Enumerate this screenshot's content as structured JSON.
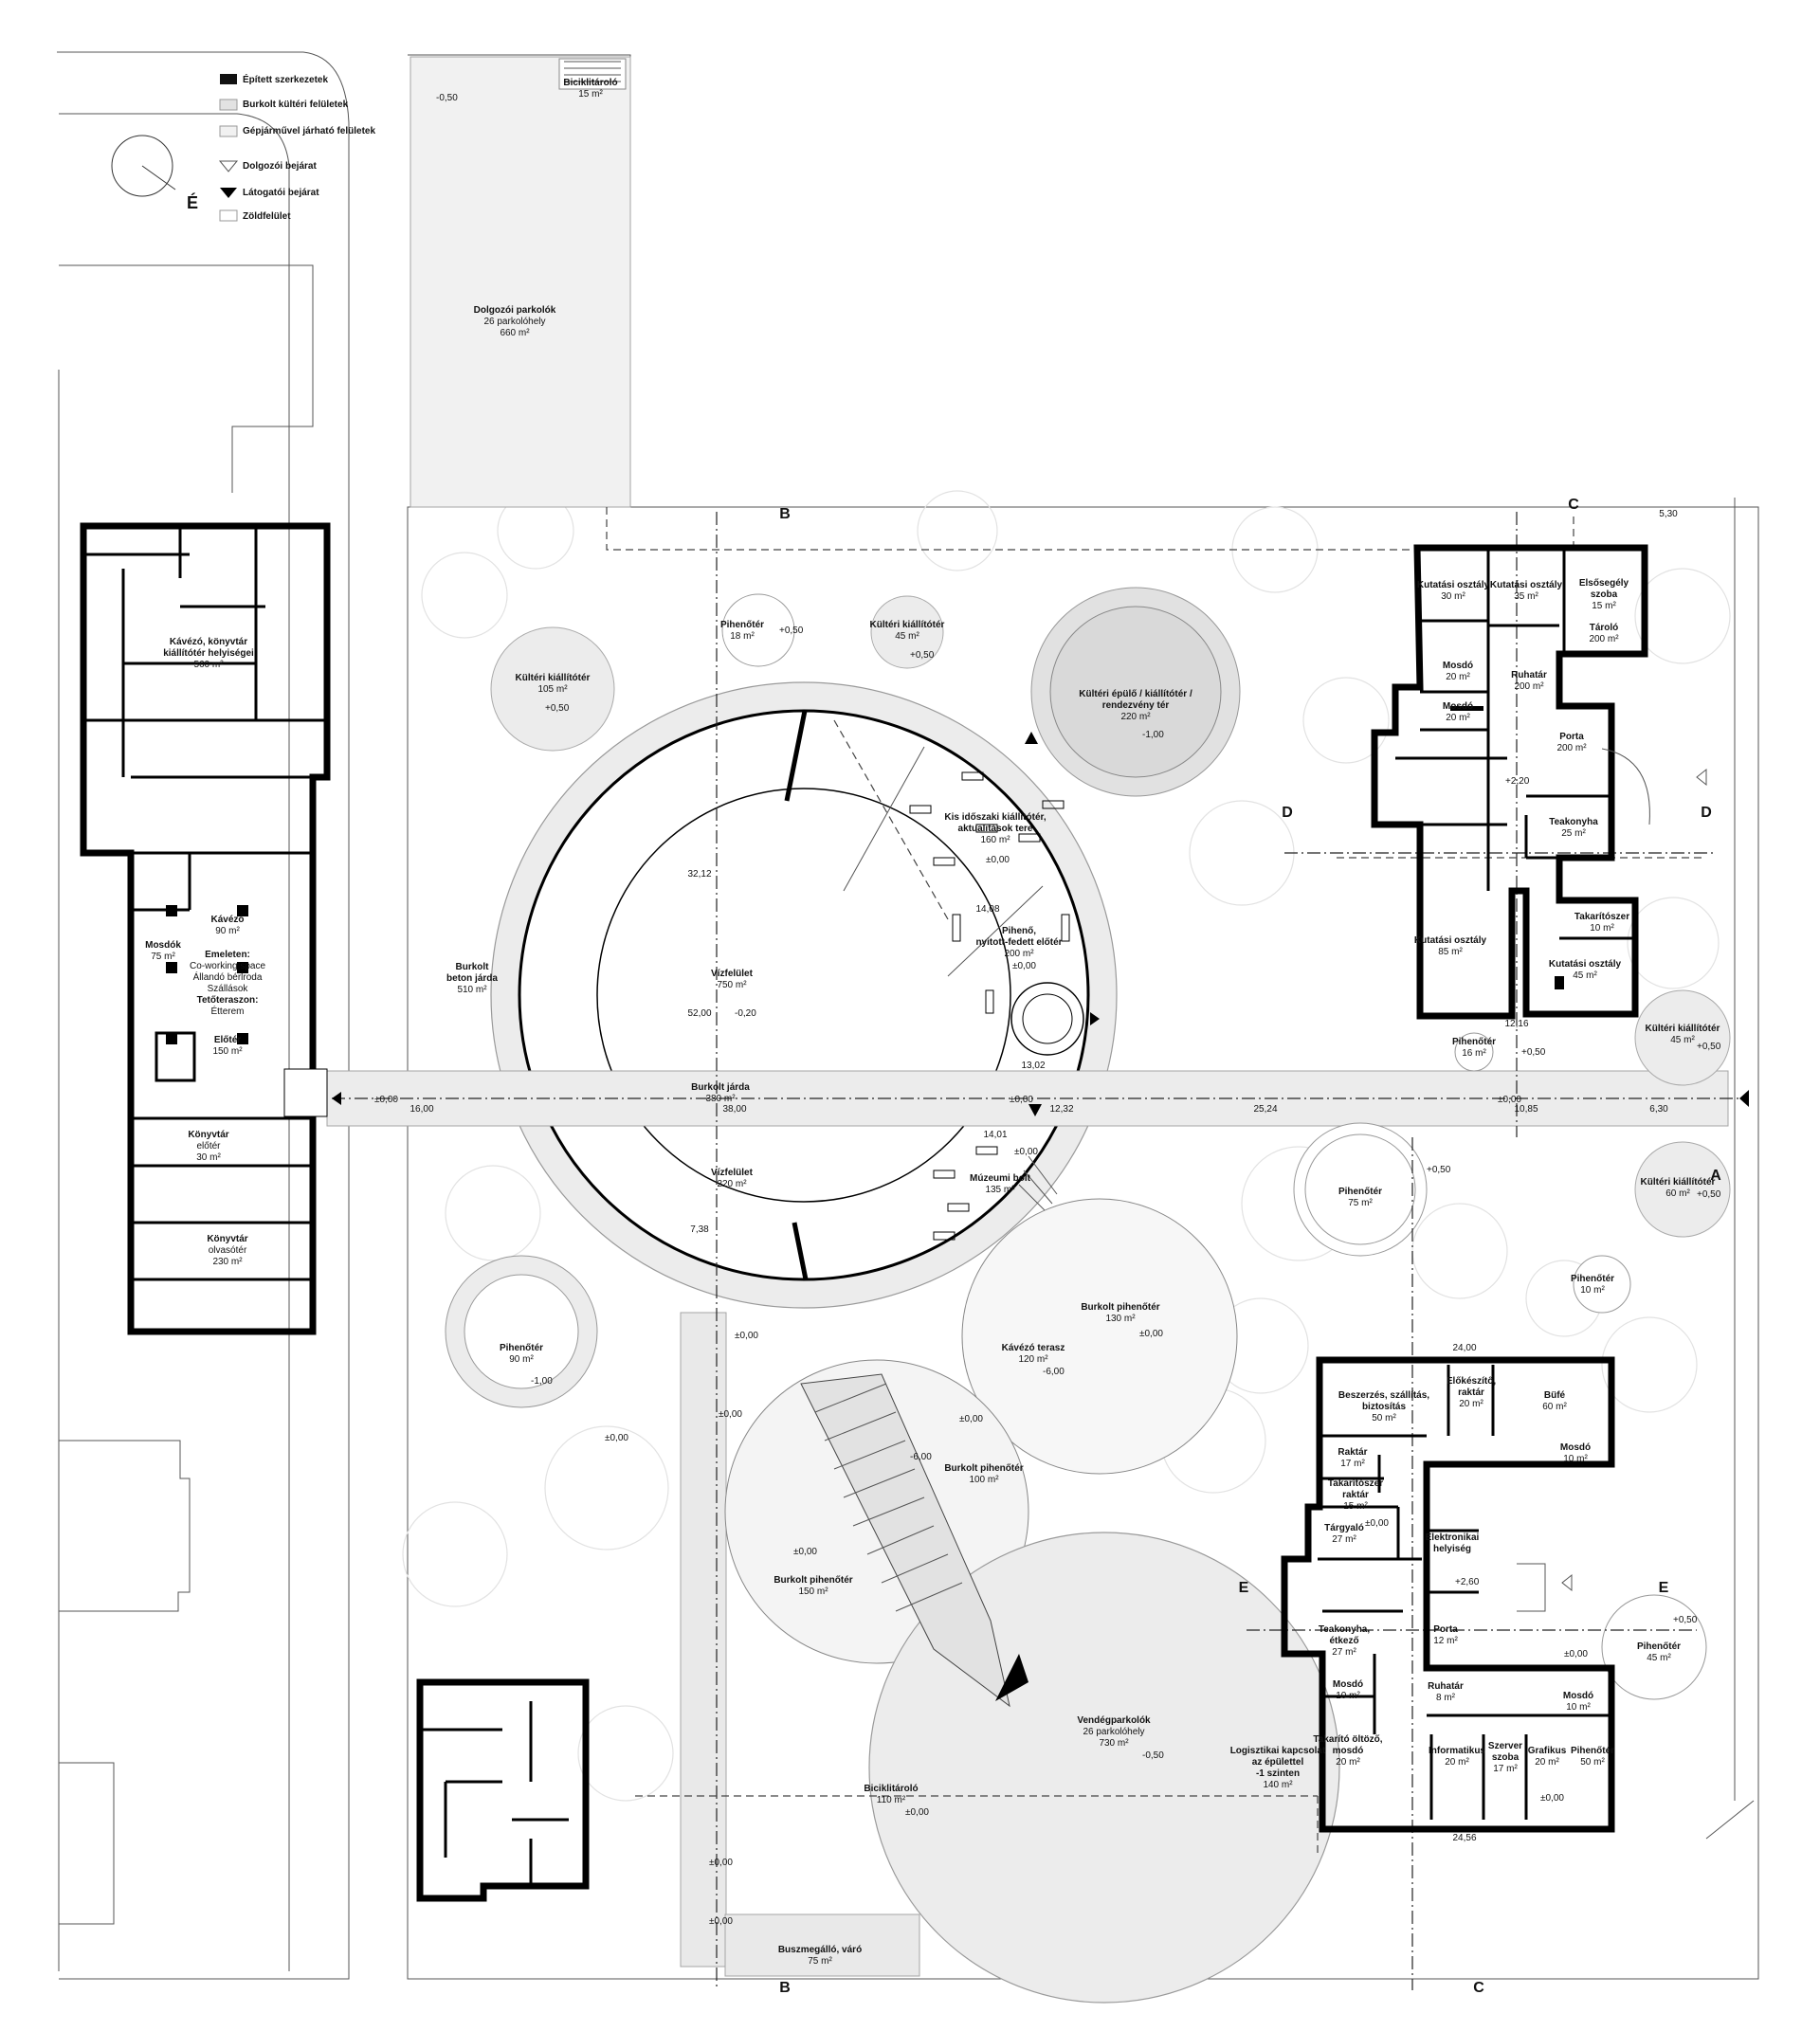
{
  "legend": {
    "built": "Épített szerkezetek",
    "paved": "Burkolt kültéri felületek",
    "vehicle": "Gépjárművel járható felületek",
    "staff_entrance": "Dolgozói bejárat",
    "visitor_entrance": "Látogatói bejárat",
    "green": "Zöldfelület"
  },
  "north": "É",
  "sections": {
    "A": "A",
    "B": "B",
    "C": "C",
    "D": "D",
    "E": "E"
  },
  "rooms": {
    "bike1_name": "Biciklitároló",
    "bike1_area": "15 m²",
    "staffpark_name": "Dolgozói parkolók",
    "staffpark_cap": "26 parkolóhely",
    "staffpark_area": "660 m²",
    "cafe_lib_name": "Kávézó, könyvtár",
    "cafe_lib_sub": "kiállítótér helyiségei",
    "cafe_lib_area": "560 m²",
    "cafe_name": "Kávézó",
    "cafe_area": "90 m²",
    "wc_name": "Mosdók",
    "wc_area": "75 m²",
    "upper1": "Emeleten:",
    "upper2": "Co-working space",
    "upper3": "Állandó bérlroda",
    "upper4": "Szállások",
    "roof1": "Tetőteraszon:",
    "roof2": "Étterem",
    "lobby_name": "Előtér",
    "lobby_area": "150 m²",
    "liblobby_name": "Könyvtár",
    "liblobby_sub": "előtér",
    "liblobby_area": "30 m²",
    "reading_name": "Könyvtár",
    "reading_sub": "olvasótér",
    "reading_area": "230 m²",
    "rest18_name": "Pihenőtér",
    "rest18_area": "18 m²",
    "ext45_name": "Kültéri kiállítótér",
    "ext45_area": "45 m²",
    "ext105_name": "Kültéri kiállítótér",
    "ext105_area": "105 m²",
    "event1": "Kültéri épülő / kiállítótér /",
    "event2": "rendezvény tér",
    "event_area": "220 m²",
    "temp1": "Kis időszaki kiállítótér,",
    "temp2": "aktualitások tere",
    "temp_area": "160 m²",
    "covered1": "Pihenő,",
    "covered2": "nyitott-fedett előtér",
    "covered_area": "200 m²",
    "water1_name": "Vízfelület",
    "water1_area": "750 m²",
    "water2_name": "Vízfelület",
    "water2_area": "220 m²",
    "path_name": "Burkolt",
    "path_sub": "beton járda",
    "path_area": "510 m²",
    "walk_name": "Burkolt járda",
    "walk_area": "380 m²",
    "shop_name": "Múzeumi bolt",
    "shop_area": "135 m²",
    "paved130_name": "Burkolt pihenőtér",
    "paved130_area": "130 m²",
    "terrace_name": "Kávézó terasz",
    "terrace_area": "120 m²",
    "paved100_name": "Burkolt pihenőtér",
    "paved100_area": "100 m²",
    "paved150_name": "Burkolt pihenőtér",
    "paved150_area": "150 m²",
    "rest90_name": "Pihenőtér",
    "rest90_area": "90 m²",
    "rest75_name": "Pihenőtér",
    "rest75_area": "75 m²",
    "rest16_name": "Pihenőtér",
    "rest16_area": "16 m²",
    "rest10_name": "Pihenőtér",
    "rest10_area": "10 m²",
    "rest45_name": "Pihenőtér",
    "rest45_area": "45 m²",
    "ext45b_name": "Kültéri kiállítótér",
    "ext45b_area": "45 m²",
    "ext60_name": "Kültéri kiállítótér",
    "ext60_area": "60 m²",
    "visitor_park_name": "Vendégparkolók",
    "visitor_park_cap": "26 parkolóhely",
    "visitor_park_area": "730 m²",
    "bike2_name": "Biciklitároló",
    "bike2_area": "110 m²",
    "bus_name": "Buszmegálló, váró",
    "bus_area": "75 m²",
    "logi1": "Logisztikai kapcsolat",
    "logi2": "az épülettel",
    "logi3": "-1 szinten",
    "logi_area": "140 m²",
    "r30_name": "Kutatási osztály",
    "r30_area": "30 m²",
    "r35_name": "Kutatási osztály",
    "r35_area": "35 m²",
    "fa_name": "Elsősegély",
    "fa_sub": "szoba",
    "fa_area": "15 m²",
    "store_name": "Tároló",
    "store_area": "200 m²",
    "cloak_name": "Ruhatár",
    "cloak_area": "200 m²",
    "wc20a_name": "Mosdó",
    "wc20a_area": "20 m²",
    "wc20b_name": "Mosdó",
    "wc20b_area": "20 m²",
    "porta_name": "Porta",
    "porta_area": "200 m²",
    "tea_name": "Teakonyha",
    "tea_area": "25 m²",
    "r85_name": "Kutatási osztály",
    "r85_area": "85 m²",
    "clean10_name": "Takarítószer",
    "clean10_area": "10 m²",
    "r45_name": "Kutatási osztály",
    "r45_area": "45 m²",
    "proc1": "Beszerzés, szállítás,",
    "proc2": "biztosítás",
    "proc_area": "50 m²",
    "prep1": "Előkészítő,",
    "prep2": "raktár",
    "prep_area": "20 m²",
    "buffet_name": "Büfé",
    "buffet_area": "60 m²",
    "raktar_name": "Raktár",
    "raktar_area": "17 m²",
    "mosdo10_name": "Mosdó",
    "mosdo10_area": "10 m²",
    "cleanst1": "Takarítószer",
    "cleanst2": "raktár",
    "cleanst_area": "15 m²",
    "meeting_name": "Tárgyaló",
    "meeting_area": "27 m²",
    "elec1": "Elektronikai",
    "elec2": "helyiség",
    "kitchen1": "Teakonyha,",
    "kitchen2": "étkező",
    "kitchen_area": "27 m²",
    "porta2_name": "Porta",
    "porta2_area": "12 m²",
    "mosdo10b_name": "Mosdó",
    "mosdo10b_area": "10 m²",
    "cloak8_name": "Ruhatár",
    "cloak8_area": "8 m²",
    "mosdo10c_name": "Mosdó",
    "mosdo10c_area": "10 m²",
    "clean20_1": "Takarító öltöző,",
    "clean20_2": "mosdó",
    "clean20_area": "20 m²",
    "it_name": "Informatikus",
    "it_area": "20 m²",
    "server_name": "Szerver",
    "server_sub": "szoba",
    "server_area": "17 m²",
    "graphic_name": "Grafikus",
    "graphic_area": "20 m²",
    "rest50_name": "Pihenőtér",
    "rest50_area": "50 m²"
  },
  "levels": {
    "l1": "-0,50",
    "l2": "+0,50",
    "l3": "+0,50",
    "l4": "+0,50",
    "l5": "-1,00",
    "l6": "-0,20",
    "l7": "±0,00",
    "l8": "±0,00",
    "l9": "±0,00",
    "l10": "±0,00",
    "l11": "±0,00",
    "l12": "±0,00",
    "l13": "+2,20",
    "l14": "+0,50",
    "l15": "+0,50",
    "l16": "+0,50",
    "l17": "+0,50",
    "l18": "±0,00",
    "l19": "-1,00",
    "l20": "±0,00",
    "l21": "-6,00",
    "l22": "±0,00",
    "l23": "±0,00",
    "l24": "-6,00",
    "l25": "±0,00",
    "l26": "±0,00",
    "l27": "+2,60",
    "l28": "+0,50",
    "l29": "-0,50",
    "l30": "±0,00",
    "l31": "±0,00",
    "l32": "±0,00",
    "l33": "±0,00",
    "l34": "±0,00",
    "l35": "±0,00"
  },
  "dims": {
    "d1": "16,00",
    "d2": "38,00",
    "d3": "12,32",
    "d4": "25,24",
    "d5": "10,85",
    "d6": "6,30",
    "d7": "32,12",
    "d8": "52,00",
    "d9": "7,38",
    "d10": "14,08",
    "d11": "13,02",
    "d12": "14,01",
    "d13": "24,00",
    "d14": "24,56",
    "d15": "12,16",
    "d16": "5,30"
  }
}
